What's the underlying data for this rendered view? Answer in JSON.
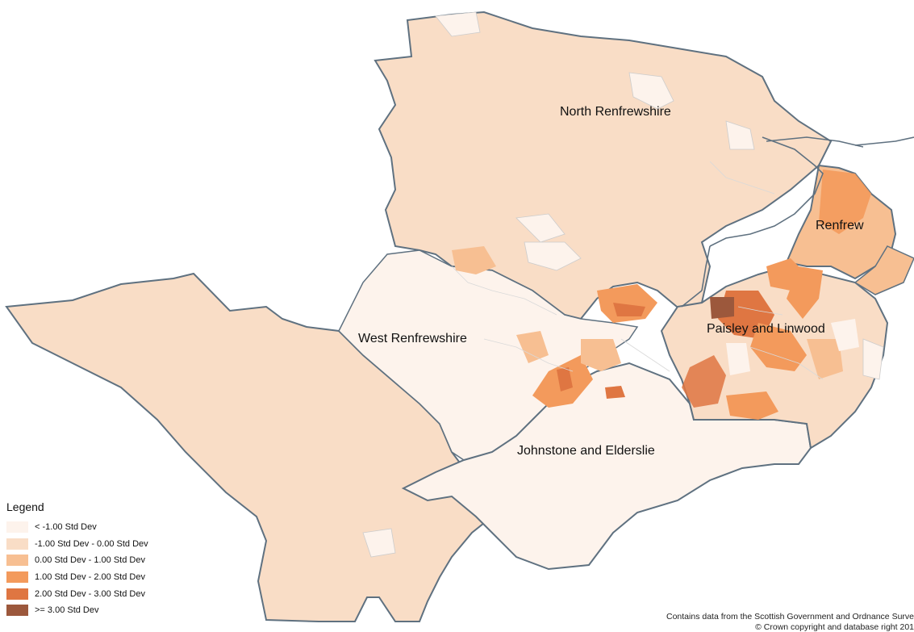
{
  "map": {
    "labels": {
      "north": "North Renfrewshire",
      "renfrew": "Renfrew",
      "paisley": "Paisley and Linwood",
      "west": "West Renfrewshire",
      "johnstone": "Johnstone and Elderslie"
    },
    "colors": {
      "boundary": "#5f7180",
      "river": "#5f7180",
      "inner_line": "#d9d9d9"
    }
  },
  "legend": {
    "title": "Legend",
    "items": [
      {
        "label": "< -1.00 Std Dev",
        "color": "#fdf3ec"
      },
      {
        "label": "-1.00 Std Dev - 0.00 Std Dev",
        "color": "#f9ddc6"
      },
      {
        "label": "0.00 Std Dev - 1.00 Std Dev",
        "color": "#f7bf92"
      },
      {
        "label": "1.00 Std Dev - 2.00 Std Dev",
        "color": "#f39a5c"
      },
      {
        "label": "2.00 Std Dev - 3.00 Std Dev",
        "color": "#df7642"
      },
      {
        "label": ">= 3.00 Std Dev",
        "color": "#9c583c"
      }
    ]
  },
  "attribution": {
    "line1": "Contains data from the Scottish Government and Ordnance Surve",
    "line2": "© Crown copyright and database right 201"
  }
}
